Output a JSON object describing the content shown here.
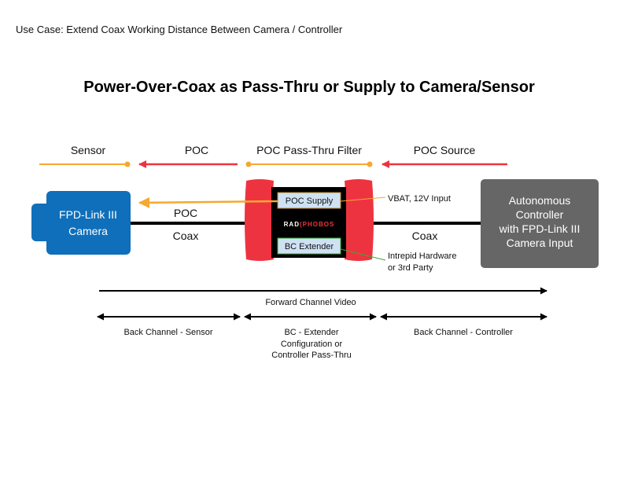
{
  "use_case": "Use Case: Extend Coax Working Distance Between Camera / Controller",
  "title": "Power-Over-Coax as Pass-Thru or Supply to Camera/Sensor",
  "top_labels": {
    "sensor": "Sensor",
    "poc": "POC",
    "pass_thru": "POC Pass-Thru Filter",
    "source": "POC Source"
  },
  "camera": {
    "line1": "FPD-Link III",
    "line2": "Camera"
  },
  "cable_left": {
    "poc": "POC",
    "coax": "Coax"
  },
  "cable_right": {
    "coax": "Coax"
  },
  "device": {
    "poc_supply": "POC Supply",
    "bc_extender": "BC Extender",
    "logo": "RADPHOBOS"
  },
  "annotations": {
    "vbat": "VBAT, 12V Input",
    "intrepid_1": "Intrepid Hardware",
    "intrepid_2": "or 3rd Party"
  },
  "controller": {
    "line1": "Autonomous",
    "line2": "Controller",
    "line3": "with FPD-Link III",
    "line4": "Camera Input"
  },
  "channels": {
    "forward": "Forward Channel Video",
    "back_sensor": "Back Channel - Sensor",
    "bc_1": "BC - Extender",
    "bc_2": "Configuration or",
    "bc_3": "Controller Pass-Thru",
    "back_controller": "Back Channel - Controller"
  },
  "colors": {
    "camera_blue": "#0f6fba",
    "device_red": "#ee3340",
    "poc_orange": "#f6a830",
    "controller_gray": "#666666",
    "box_fill": "#cfe2f3",
    "green": "#3aaa35"
  }
}
